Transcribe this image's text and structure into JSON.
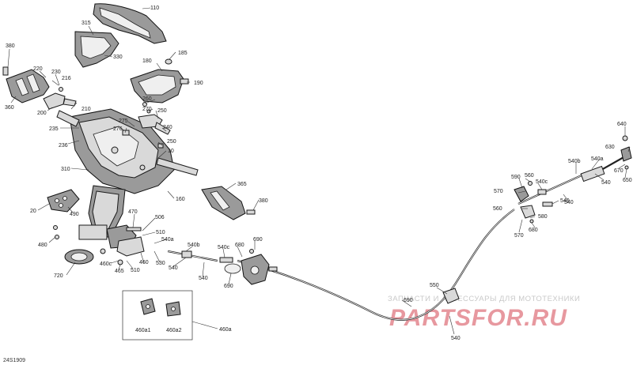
{
  "figure_id": "24S1909",
  "watermark": {
    "subtitle": "ЗАПЧАСТИ И АКСЕССУАРЫ ДЛЯ МОТОТЕХНИКИ",
    "brand": "PARTSFOR.RU"
  },
  "callouts": {
    "c110": "110",
    "c315": "315",
    "c330": "330",
    "c380a": "380",
    "c220": "220",
    "c230": "230",
    "c216": "216",
    "c360": "360",
    "c200": "200",
    "c210": "210",
    "c235": "235",
    "c236": "236",
    "c185": "185",
    "c180": "180",
    "c190": "190",
    "c260": "260",
    "c270": "270",
    "c250a": "250",
    "c275": "275",
    "c276": "276",
    "c240": "240",
    "c250b": "250",
    "c10": "10",
    "c310": "310",
    "c160": "160",
    "c365": "365",
    "c380b": "380",
    "c20": "20",
    "c490": "490",
    "c480": "480",
    "c470": "470",
    "c506": "506",
    "c510a": "510",
    "c540a1": "540a",
    "c720": "720",
    "c460c": "460c",
    "c465": "465",
    "c510b": "510",
    "c460": "460",
    "c530": "530",
    "c540a": "540",
    "c540b1": "540b",
    "c540b": "540",
    "c540c1": "540c",
    "c680a": "680",
    "c690a": "690",
    "c690b": "690",
    "c550": "550",
    "c690c": "690",
    "c540c": "540",
    "c460a1": "460a1",
    "c460a2": "460a2",
    "c460a": "460a",
    "c590": "590",
    "c560a": "560",
    "c540c2": "540c",
    "c570a": "570",
    "c540d": "540",
    "c560b": "560",
    "c580": "580",
    "c570b": "570",
    "c680b": "680",
    "c540b2": "540b",
    "c540e": "540",
    "c540a2": "540a",
    "c540f": "540",
    "c640": "640",
    "c630": "630",
    "c670": "670",
    "c650": "650"
  }
}
